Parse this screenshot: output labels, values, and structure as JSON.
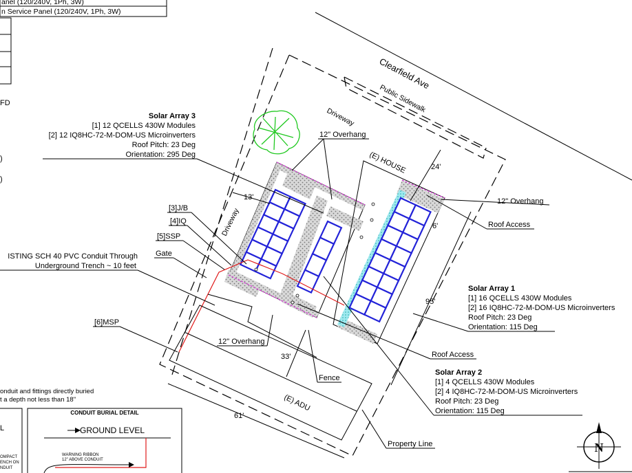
{
  "title_block": {
    "line1": "anel (120/240V, 1Ph, 3W)",
    "line2": "n Service Panel (120/240V, 1Ph, 3W)"
  },
  "left_fragments": [
    "FD",
    ")",
    ")"
  ],
  "streets": {
    "street": "Clearfield Ave",
    "sidewalk": "Public Sidewalk",
    "driveway_top": "Driveway",
    "driveway_left": "Driveway"
  },
  "structures": {
    "house": "(E) HOUSE",
    "adu": "(E) ADU"
  },
  "arrays": [
    {
      "title": "Solar Array 3",
      "modules": "[1] 12 QCELLS 430W Modules",
      "inverters": "[2] 12 IQ8HC-72-M-DOM-US Microinverters",
      "pitch": "Roof Pitch: 23 Deg",
      "orientation": "Orientation: 295 Deg"
    },
    {
      "title": "Solar Array 1",
      "modules": "[1] 16 QCELLS 430W Modules",
      "inverters": "[2] 16 IQ8HC-72-M-DOM-US Microinverters",
      "pitch": "Roof Pitch: 23 Deg",
      "orientation": "Orientation: 115 Deg"
    },
    {
      "title": "Solar Array 2",
      "modules": "[1] 4 QCELLS 430W Modules",
      "inverters": "[2] 4 IQ8HC-72-M-DOM-US Microinverters",
      "pitch": "Roof Pitch: 23 Deg",
      "orientation": "Orientation: 115 Deg"
    }
  ],
  "callouts": {
    "overhang": "12\" Overhang",
    "roof_access": "Roof Access",
    "jb": "[3]J/B",
    "iq": "[4]IQ",
    "ssp": "[5]SSP",
    "gate": "Gate",
    "msp": "[6]MSP",
    "fence": "Fence",
    "property_line": "Property Line",
    "conduit_line1": "ISTING SCH 40 PVC Conduit Through",
    "conduit_line2": "Underground Trench ~ 10 feet"
  },
  "dimensions": {
    "d13": "13'",
    "d24": "24'",
    "d6": "6'",
    "d95": "95'",
    "d33": "33'",
    "d61": "61'"
  },
  "burial_note": {
    "line1": "onduit and fittings directly buried",
    "line2": "t a depth not less than 18\""
  },
  "burial_detail": {
    "title": "CONDUIT BURIAL DETAIL",
    "ground_level": "GROUND LEVEL",
    "ribbon1": "WARNING RIBBON",
    "ribbon2": "12\" ABOVE CONDUIT",
    "left1": "L",
    "left2": "OMPACT",
    "left3": "ENCH ON",
    "left4": "NDUIT"
  },
  "north_arrow": "N"
}
